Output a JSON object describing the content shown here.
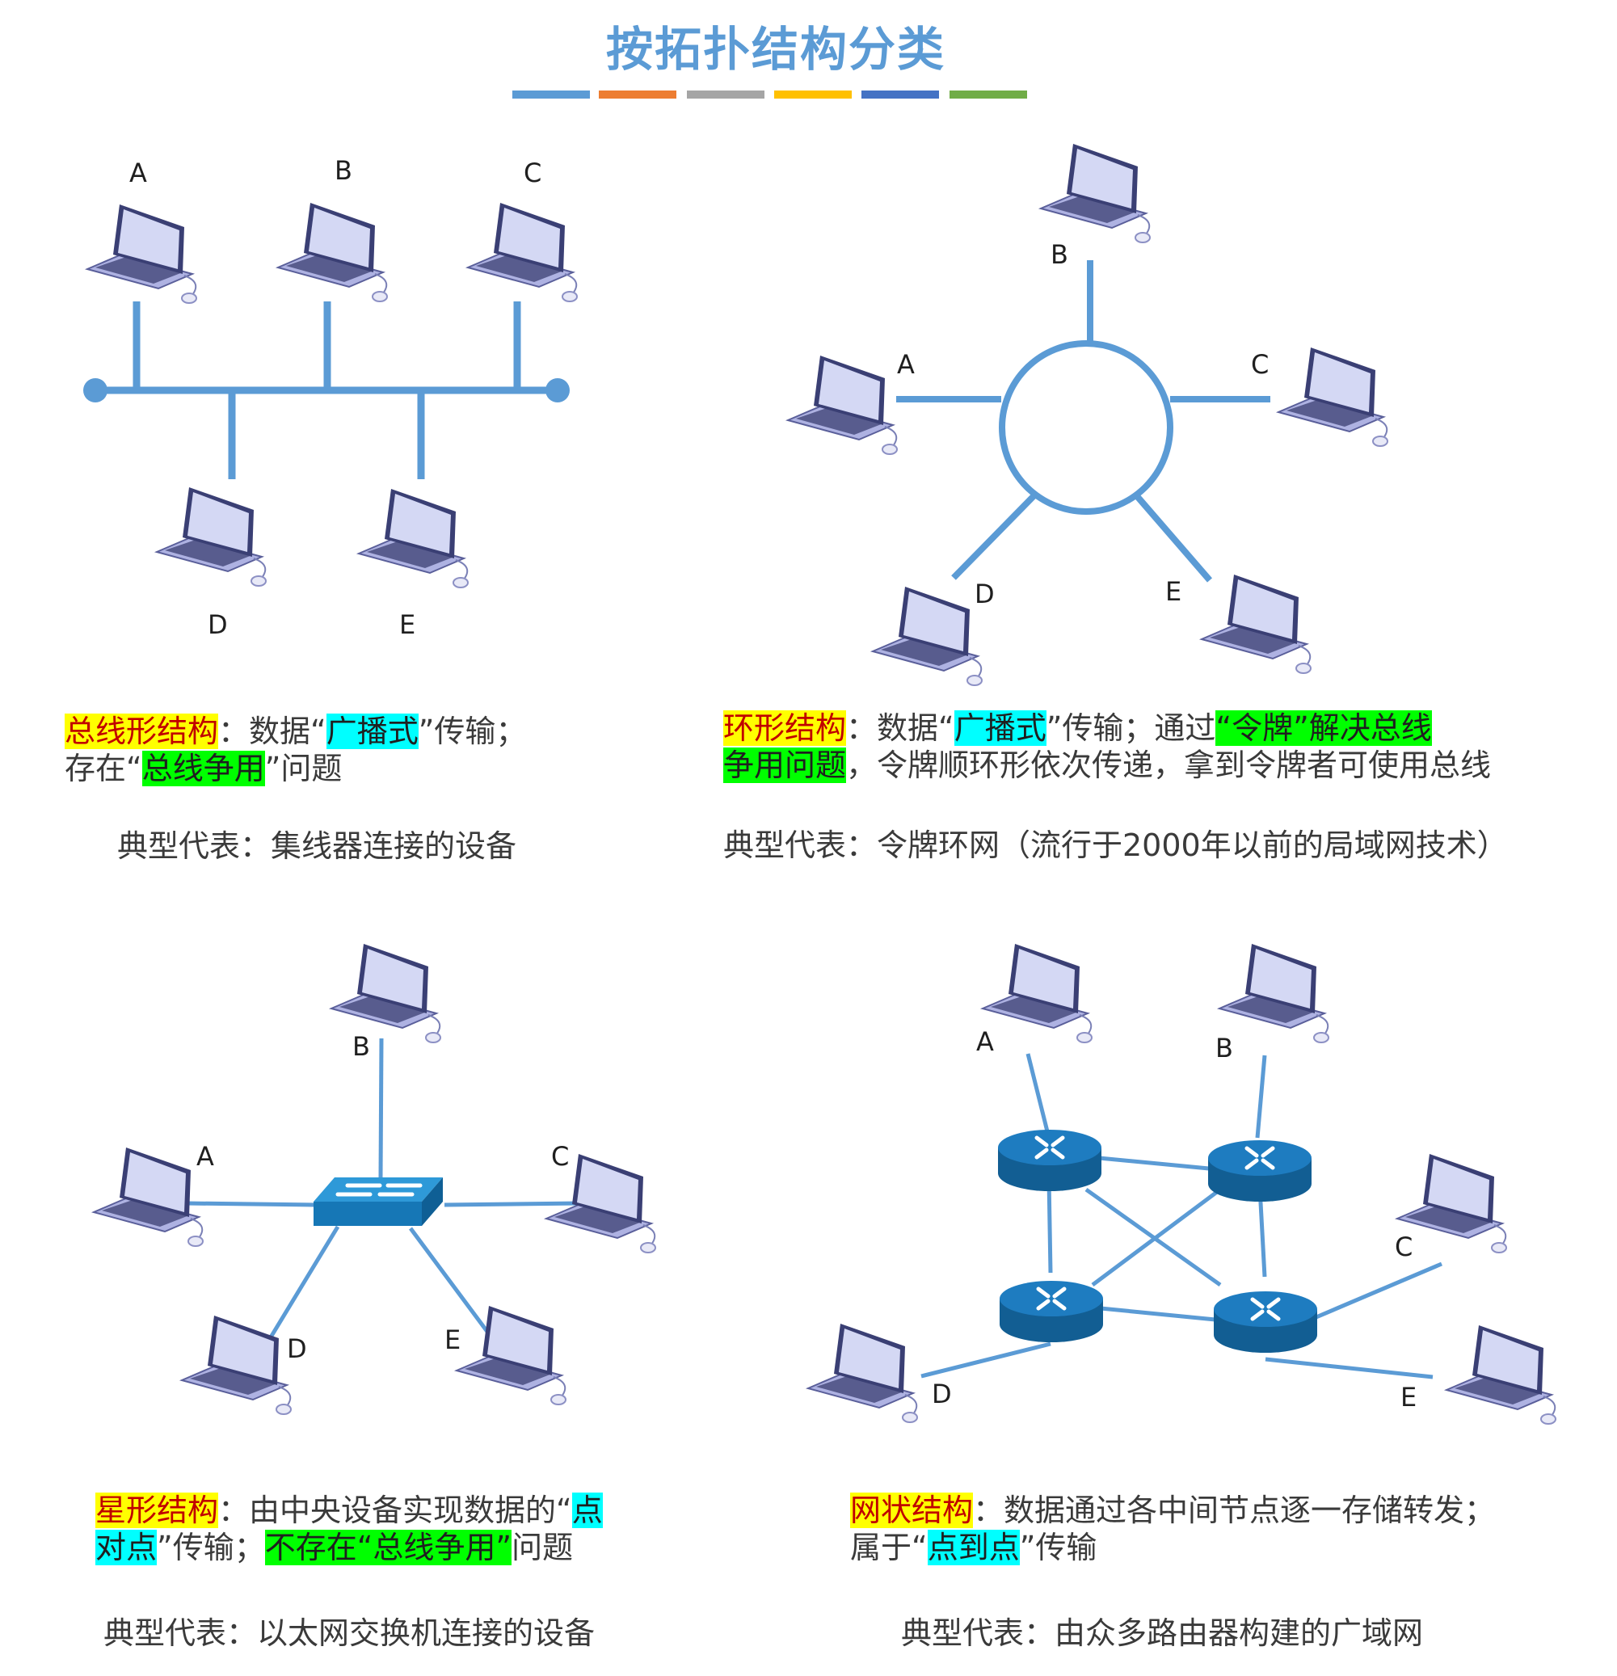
{
  "title": "按拓扑结构分类",
  "title_bar_colors": [
    "#5b9bd5",
    "#ed7d31",
    "#a5a5a5",
    "#ffc000",
    "#4472c4",
    "#70ad47"
  ],
  "colors": {
    "link": "#5b9bd5",
    "router": "#1f6fa8",
    "switch": "#1e88c7",
    "laptop": "#b4b8e6"
  },
  "bus": {
    "nodes": [
      "A",
      "B",
      "C",
      "D",
      "E"
    ],
    "desc": {
      "l1": {
        "t1": "总线形结构",
        "t2": "：数据“",
        "t3": "广播式",
        "t4": "”传输；"
      },
      "l2": {
        "t1": "存在“",
        "t2": "总线争用",
        "t3": "”问题"
      }
    },
    "typical": "典型代表：集线器连接的设备"
  },
  "ring": {
    "nodes": [
      "A",
      "B",
      "C",
      "D",
      "E"
    ],
    "desc": {
      "l1": {
        "t1": "环形结构",
        "t2": "：数据“",
        "t3": "广播式",
        "t4": "”传输；通过",
        "t5": "“令牌”解决总线"
      },
      "l2": {
        "t1": "争用问题",
        "t2": "，令牌顺环形依次传递，拿到令牌者可使用总线"
      }
    },
    "typical": "典型代表：令牌环网（流行于2000年以前的局域网技术）"
  },
  "star": {
    "nodes": [
      "A",
      "B",
      "C",
      "D",
      "E"
    ],
    "desc": {
      "l1": {
        "t1": "星形结构",
        "t2": "：由中央设备实现数据的“",
        "t3": "点"
      },
      "l2": {
        "t1": "对点",
        "t2": "”传输；",
        "t3": "不存在“总线争用”",
        "t4": "问题"
      }
    },
    "typical": "典型代表：以太网交换机连接的设备"
  },
  "mesh": {
    "nodes": [
      "A",
      "B",
      "C",
      "D",
      "E"
    ],
    "desc": {
      "l1": {
        "t1": "网状结构",
        "t2": "：数据通过各中间节点逐一存储转发；"
      },
      "l2": {
        "t1": "属于“",
        "t2": "点到点",
        "t3": "”传输"
      }
    },
    "typical": "典型代表：由众多路由器构建的广域网"
  }
}
